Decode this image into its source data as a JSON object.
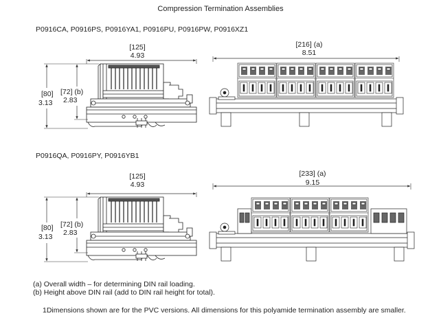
{
  "title": "Compression Termination Assemblies",
  "group1": {
    "models": "P0916CA, P0916PS, P0916YA1, P0916PU, P0916PW, P0916XZ1",
    "side_view": {
      "width_mm": "[125]",
      "width_in": "4.93",
      "overall_height_mm": "[80]",
      "overall_height_in": "3.13",
      "rail_height_mm": "[72] (b)",
      "rail_height_in": "2.83"
    },
    "front_view": {
      "width_mm": "[216] (a)",
      "width_in": "8.51"
    }
  },
  "group2": {
    "models": "P0916QA, P0916PY, P0916YB1",
    "side_view": {
      "width_mm": "[125]",
      "width_in": "4.93",
      "overall_height_mm": "[80]",
      "overall_height_in": "3.13",
      "rail_height_mm": "[72] (b)",
      "rail_height_in": "2.83"
    },
    "front_view": {
      "width_mm": "[233] (a)",
      "width_in": "9.15"
    }
  },
  "notes": [
    "(a) Overall width – for determining DIN rail loading.",
    "(b) Height above DIN rail (add to DIN rail height for total)."
  ],
  "footnote": "1Dimensions shown are for the PVC versions. All dimensions for this polyamide termination assembly are smaller."
}
